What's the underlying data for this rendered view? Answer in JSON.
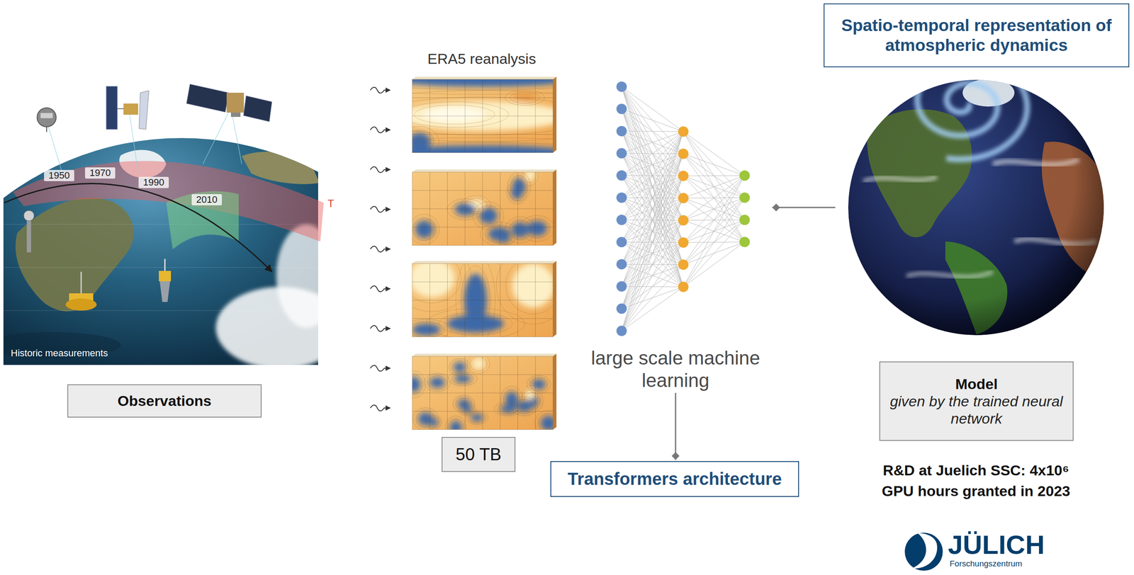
{
  "diagram": {
    "nodes": [
      {
        "text": [
          "Observations"
        ]
      },
      {
        "text": [
          "50 TB"
        ]
      },
      {
        "text": [
          "large scale machine learning"
        ]
      },
      {
        "text": [
          "Transformers architecture"
        ]
      },
      {
        "text": [
          "Spatio-temporal representation of atmospheric dynamics"
        ]
      },
      {
        "text": [
          "Model",
          "given by the trained neural network"
        ]
      }
    ],
    "edges": [
      {
        "from": 2,
        "to": 3,
        "arrow": "to"
      }
    ],
    "labels": [
      "1950",
      "1970",
      "1990",
      "2010",
      "T",
      "Historic measurements",
      "ERA5 reanalysis",
      "R&D at Juelich SSC: 4x10⁶ GPU hours granted in 2023",
      "JÜLICH",
      "Forschungszentrum"
    ]
  }
}
